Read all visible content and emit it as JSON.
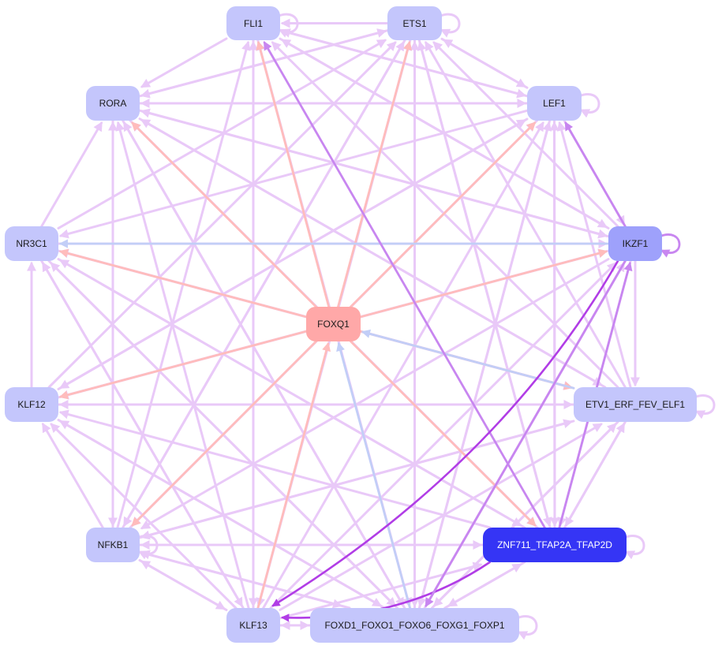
{
  "colors": {
    "edge_default": "#e9c9f8",
    "edge_strong": "#c886f0",
    "edge_hub": "#ffbcbc",
    "edge_blue": "#c2cef7",
    "edge_dark": "#b13de6",
    "node_default": "#c4c6fc",
    "node_ikzf1": "#9ea1fb",
    "node_foxq1": "#ffa8a8",
    "node_znf": "#3535f5"
  },
  "nodes": [
    {
      "id": "FLI1",
      "label": "FLI1"
    },
    {
      "id": "ETS1",
      "label": "ETS1"
    },
    {
      "id": "RORA",
      "label": "RORA"
    },
    {
      "id": "LEF1",
      "label": "LEF1"
    },
    {
      "id": "NR3C1",
      "label": "NR3C1"
    },
    {
      "id": "IKZF1",
      "label": "IKZF1"
    },
    {
      "id": "FOXQ1",
      "label": "FOXQ1"
    },
    {
      "id": "KLF12",
      "label": "KLF12"
    },
    {
      "id": "ETV1",
      "label": "ETV1_ERF_FEV_ELF1"
    },
    {
      "id": "NFKB1",
      "label": "NFKB1"
    },
    {
      "id": "ZNF",
      "label": "ZNF711_TFAP2A_TFAP2D"
    },
    {
      "id": "KLF13",
      "label": "KLF13"
    },
    {
      "id": "FOXD1",
      "label": "FOXD1_FOXO1_FOXO6_FOXG1_FOXP1"
    }
  ],
  "edges": [
    {
      "from": "FLI1",
      "to": "FLI1",
      "color": "edge_default"
    },
    {
      "from": "ETS1",
      "to": "ETS1",
      "color": "edge_default"
    },
    {
      "from": "LEF1",
      "to": "LEF1",
      "color": "edge_default"
    },
    {
      "from": "IKZF1",
      "to": "IKZF1",
      "color": "edge_strong"
    },
    {
      "from": "ETV1",
      "to": "ETV1",
      "color": "edge_default"
    },
    {
      "from": "ZNF",
      "to": "ZNF",
      "color": "edge_default"
    },
    {
      "from": "NFKB1",
      "to": "NFKB1",
      "color": "edge_default"
    },
    {
      "from": "FOXD1",
      "to": "FOXD1",
      "color": "edge_default"
    },
    {
      "from": "FOXQ1",
      "to": "FLI1",
      "color": "edge_hub"
    },
    {
      "from": "FOXQ1",
      "to": "ETS1",
      "color": "edge_hub"
    },
    {
      "from": "FOXQ1",
      "to": "RORA",
      "color": "edge_hub"
    },
    {
      "from": "FOXQ1",
      "to": "LEF1",
      "color": "edge_hub"
    },
    {
      "from": "FOXQ1",
      "to": "NR3C1",
      "color": "edge_hub"
    },
    {
      "from": "FOXQ1",
      "to": "IKZF1",
      "color": "edge_hub"
    },
    {
      "from": "FOXQ1",
      "to": "KLF12",
      "color": "edge_hub"
    },
    {
      "from": "FOXQ1",
      "to": "ETV1",
      "color": "edge_hub"
    },
    {
      "from": "FOXQ1",
      "to": "NFKB1",
      "color": "edge_hub"
    },
    {
      "from": "FOXQ1",
      "to": "ZNF",
      "color": "edge_hub"
    },
    {
      "from": "KLF13",
      "to": "FOXQ1",
      "color": "edge_hub"
    },
    {
      "from": "FOXD1",
      "to": "FOXQ1",
      "color": "edge_blue"
    },
    {
      "from": "ETV1",
      "to": "FOXQ1",
      "color": "edge_blue"
    },
    {
      "from": "IKZF1",
      "to": "NR3C1",
      "color": "edge_blue"
    },
    {
      "from": "ZNF",
      "to": "FLI1",
      "color": "edge_strong"
    },
    {
      "from": "IKZF1",
      "to": "KLF13",
      "color": "edge_dark"
    },
    {
      "from": "ZNF",
      "to": "KLF13",
      "color": "edge_dark"
    },
    {
      "from": "IKZF1",
      "to": "FOXD1",
      "color": "edge_strong"
    },
    {
      "from": "IKZF1",
      "to": "FOXD1",
      "color": "edge_default"
    },
    {
      "from": "FLI1",
      "to": "RORA",
      "color": "edge_default"
    },
    {
      "from": "ETS1",
      "to": "RORA",
      "color": "edge_default"
    },
    {
      "from": "ETS1",
      "to": "FLI1",
      "color": "edge_default"
    },
    {
      "from": "LEF1",
      "to": "ETS1",
      "color": "edge_default"
    },
    {
      "from": "LEF1",
      "to": "FLI1",
      "color": "edge_default"
    },
    {
      "from": "LEF1",
      "to": "RORA",
      "color": "edge_default"
    },
    {
      "from": "IKZF1",
      "to": "ETS1",
      "color": "edge_default"
    },
    {
      "from": "IKZF1",
      "to": "FLI1",
      "color": "edge_default"
    },
    {
      "from": "IKZF1",
      "to": "LEF1",
      "color": "edge_strong"
    },
    {
      "from": "IKZF1",
      "to": "RORA",
      "color": "edge_default"
    },
    {
      "from": "ETV1",
      "to": "LEF1",
      "color": "edge_default"
    },
    {
      "from": "ETV1",
      "to": "ETS1",
      "color": "edge_default"
    },
    {
      "from": "ETV1",
      "to": "FLI1",
      "color": "edge_default"
    },
    {
      "from": "ETV1",
      "to": "RORA",
      "color": "edge_default"
    },
    {
      "from": "ETV1",
      "to": "NR3C1",
      "color": "edge_default"
    },
    {
      "from": "IKZF1",
      "to": "ETV1",
      "color": "edge_default"
    },
    {
      "from": "ZNF",
      "to": "ETV1",
      "color": "edge_default"
    },
    {
      "from": "ZNF",
      "to": "LEF1",
      "color": "edge_default"
    },
    {
      "from": "ZNF",
      "to": "ETS1",
      "color": "edge_default"
    },
    {
      "from": "ZNF",
      "to": "IKZF1",
      "color": "edge_strong"
    },
    {
      "from": "ZNF",
      "to": "RORA",
      "color": "edge_default"
    },
    {
      "from": "ZNF",
      "to": "NR3C1",
      "color": "edge_default"
    },
    {
      "from": "ZNF",
      "to": "KLF12",
      "color": "edge_default"
    },
    {
      "from": "FOXD1",
      "to": "ZNF",
      "color": "edge_default"
    },
    {
      "from": "FOXD1",
      "to": "ETV1",
      "color": "edge_default"
    },
    {
      "from": "FOXD1",
      "to": "IKZF1",
      "color": "edge_default"
    },
    {
      "from": "FOXD1",
      "to": "LEF1",
      "color": "edge_default"
    },
    {
      "from": "FOXD1",
      "to": "ETS1",
      "color": "edge_default"
    },
    {
      "from": "FOXD1",
      "to": "FLI1",
      "color": "edge_default"
    },
    {
      "from": "FOXD1",
      "to": "RORA",
      "color": "edge_default"
    },
    {
      "from": "FOXD1",
      "to": "NR3C1",
      "color": "edge_default"
    },
    {
      "from": "FOXD1",
      "to": "KLF12",
      "color": "edge_default"
    },
    {
      "from": "FOXD1",
      "to": "NFKB1",
      "color": "edge_default"
    },
    {
      "from": "FOXD1",
      "to": "KLF13",
      "color": "edge_default"
    },
    {
      "from": "KLF13",
      "to": "FOXD1",
      "color": "edge_default"
    },
    {
      "from": "KLF13",
      "to": "NFKB1",
      "color": "edge_default"
    },
    {
      "from": "KLF13",
      "to": "KLF12",
      "color": "edge_default"
    },
    {
      "from": "KLF13",
      "to": "NR3C1",
      "color": "edge_default"
    },
    {
      "from": "KLF13",
      "to": "RORA",
      "color": "edge_default"
    },
    {
      "from": "KLF13",
      "to": "FLI1",
      "color": "edge_default"
    },
    {
      "from": "KLF13",
      "to": "ETS1",
      "color": "edge_default"
    },
    {
      "from": "KLF13",
      "to": "LEF1",
      "color": "edge_default"
    },
    {
      "from": "KLF13",
      "to": "IKZF1",
      "color": "edge_default"
    },
    {
      "from": "KLF13",
      "to": "ETV1",
      "color": "edge_default"
    },
    {
      "from": "KLF13",
      "to": "ZNF",
      "color": "edge_default"
    },
    {
      "from": "NFKB1",
      "to": "ZNF",
      "color": "edge_default"
    },
    {
      "from": "NFKB1",
      "to": "KLF13",
      "color": "edge_default"
    },
    {
      "from": "NFKB1",
      "to": "FOXD1",
      "color": "edge_default"
    },
    {
      "from": "NFKB1",
      "to": "KLF12",
      "color": "edge_default"
    },
    {
      "from": "NFKB1",
      "to": "FLI1",
      "color": "edge_default"
    },
    {
      "from": "NFKB1",
      "to": "ETS1",
      "color": "edge_default"
    },
    {
      "from": "NFKB1",
      "to": "LEF1",
      "color": "edge_default"
    },
    {
      "from": "NFKB1",
      "to": "ETV1",
      "color": "edge_default"
    },
    {
      "from": "NFKB1",
      "to": "RORA",
      "color": "edge_default"
    },
    {
      "from": "KLF12",
      "to": "NR3C1",
      "color": "edge_default"
    },
    {
      "from": "KLF12",
      "to": "ETS1",
      "color": "edge_default"
    },
    {
      "from": "KLF12",
      "to": "LEF1",
      "color": "edge_default"
    },
    {
      "from": "KLF12",
      "to": "IKZF1",
      "color": "edge_default"
    },
    {
      "from": "KLF12",
      "to": "ETV1",
      "color": "edge_default"
    },
    {
      "from": "KLF12",
      "to": "FOXD1",
      "color": "edge_default"
    },
    {
      "from": "NR3C1",
      "to": "RORA",
      "color": "edge_default"
    },
    {
      "from": "NR3C1",
      "to": "ETS1",
      "color": "edge_default"
    },
    {
      "from": "NR3C1",
      "to": "IKZF1",
      "color": "edge_default"
    },
    {
      "from": "NR3C1",
      "to": "ETV1",
      "color": "edge_default"
    },
    {
      "from": "NR3C1",
      "to": "ZNF",
      "color": "edge_default"
    },
    {
      "from": "NR3C1",
      "to": "FOXD1",
      "color": "edge_default"
    },
    {
      "from": "NR3C1",
      "to": "KLF13",
      "color": "edge_default"
    },
    {
      "from": "RORA",
      "to": "LEF1",
      "color": "edge_default"
    },
    {
      "from": "RORA",
      "to": "ETS1",
      "color": "edge_default"
    },
    {
      "from": "RORA",
      "to": "IKZF1",
      "color": "edge_default"
    },
    {
      "from": "RORA",
      "to": "ETV1",
      "color": "edge_default"
    },
    {
      "from": "RORA",
      "to": "ZNF",
      "color": "edge_default"
    },
    {
      "from": "RORA",
      "to": "FOXD1",
      "color": "edge_default"
    },
    {
      "from": "RORA",
      "to": "NFKB1",
      "color": "edge_default"
    },
    {
      "from": "FLI1",
      "to": "LEF1",
      "color": "edge_default"
    },
    {
      "from": "FLI1",
      "to": "IKZF1",
      "color": "edge_default"
    },
    {
      "from": "FLI1",
      "to": "KLF13",
      "color": "edge_default"
    },
    {
      "from": "FLI1",
      "to": "FOXD1",
      "color": "edge_default"
    },
    {
      "from": "ETS1",
      "to": "LEF1",
      "color": "edge_default"
    },
    {
      "from": "ETS1",
      "to": "NFKB1",
      "color": "edge_default"
    },
    {
      "from": "ETS1",
      "to": "KLF13",
      "color": "edge_default"
    },
    {
      "from": "ETS1",
      "to": "FOXD1",
      "color": "edge_default"
    },
    {
      "from": "ETS1",
      "to": "ZNF",
      "color": "edge_default"
    },
    {
      "from": "LEF1",
      "to": "NFKB1",
      "color": "edge_default"
    },
    {
      "from": "LEF1",
      "to": "KLF12",
      "color": "edge_default"
    },
    {
      "from": "LEF1",
      "to": "NR3C1",
      "color": "edge_default"
    },
    {
      "from": "LEF1",
      "to": "IKZF1",
      "color": "edge_default"
    },
    {
      "from": "LEF1",
      "to": "ZNF",
      "color": "edge_default"
    },
    {
      "from": "LEF1",
      "to": "FOXD1",
      "color": "edge_default"
    },
    {
      "from": "IKZF1",
      "to": "NFKB1",
      "color": "edge_default"
    },
    {
      "from": "IKZF1",
      "to": "KLF12",
      "color": "edge_default"
    },
    {
      "from": "IKZF1",
      "to": "ZNF",
      "color": "edge_default"
    },
    {
      "from": "ETV1",
      "to": "ZNF",
      "color": "edge_default"
    },
    {
      "from": "ETV1",
      "to": "FOXD1",
      "color": "edge_default"
    },
    {
      "from": "ETV1",
      "to": "KLF12",
      "color": "edge_default"
    },
    {
      "from": "ETV1",
      "to": "NFKB1",
      "color": "edge_default"
    },
    {
      "from": "ZNF",
      "to": "FOXD1",
      "color": "edge_default"
    },
    {
      "from": "ZNF",
      "to": "NFKB1",
      "color": "edge_default"
    }
  ]
}
